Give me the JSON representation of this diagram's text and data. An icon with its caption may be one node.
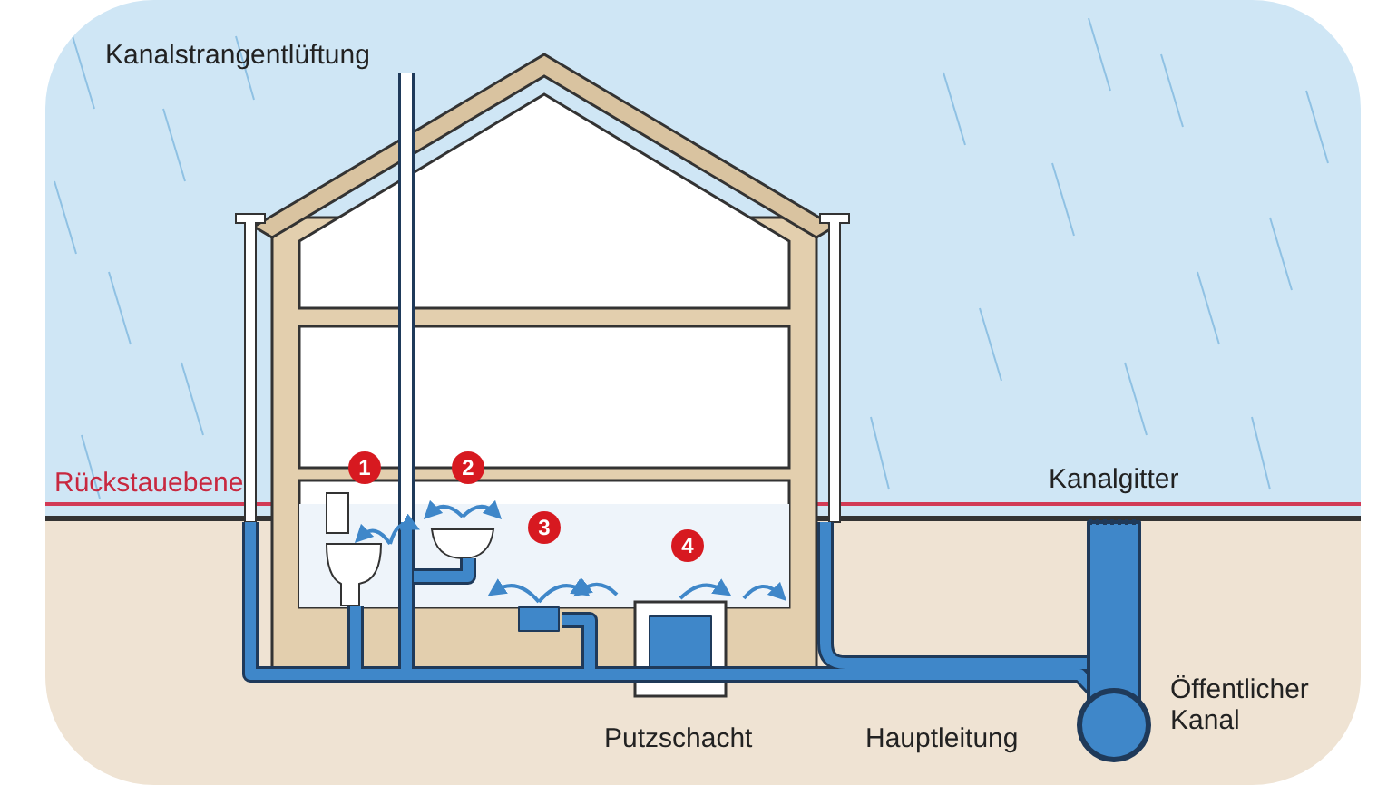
{
  "diagram": {
    "labels": [
      "Kanalstrangentlüftung",
      "1",
      "2",
      "Rückstauebene",
      "Kanalgitter",
      "3",
      "4",
      "Öffentlicher Kanal",
      "Putzschacht",
      "Hauptleitung"
    ]
  }
}
